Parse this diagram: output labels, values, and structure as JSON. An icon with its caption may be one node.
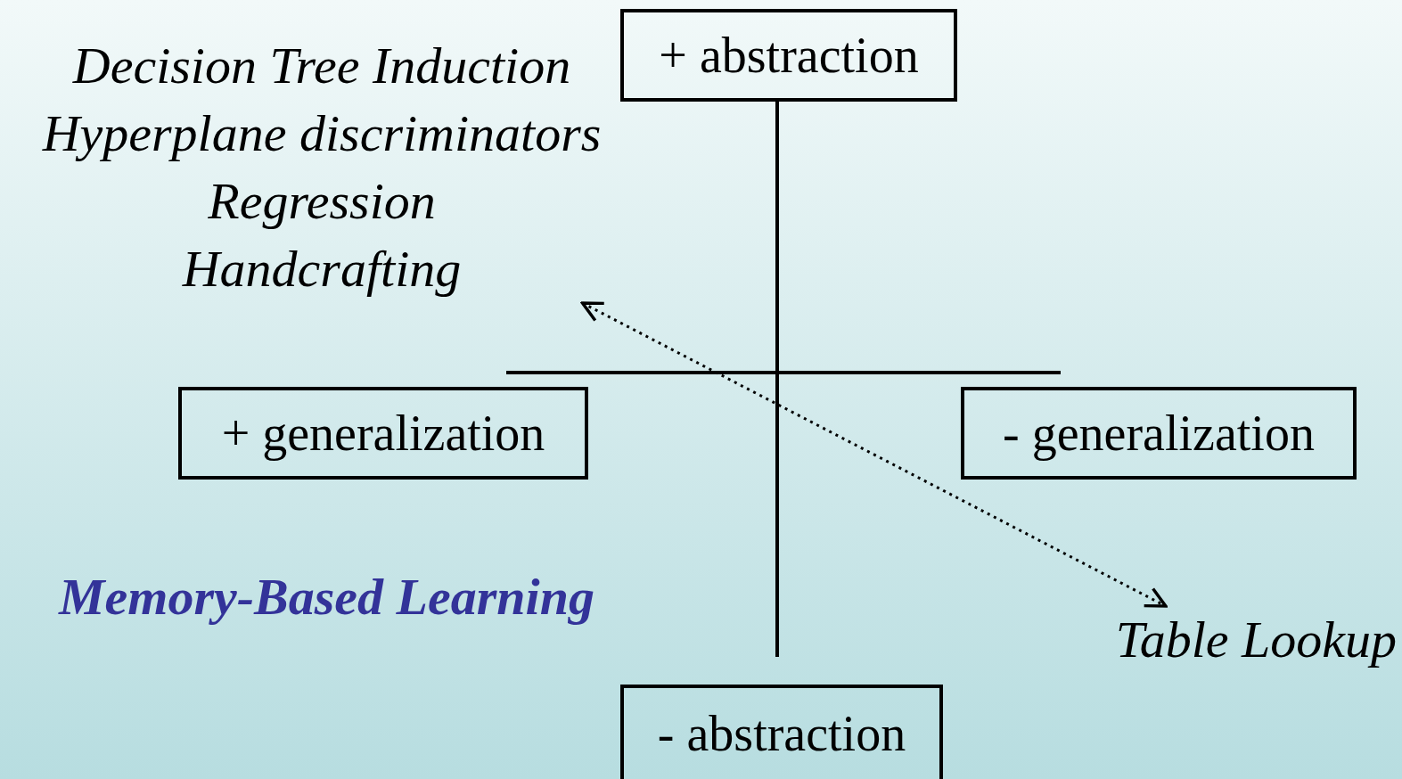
{
  "diagram": {
    "nodes": [
      {
        "text": [
          "+ abstraction"
        ]
      },
      {
        "text": [
          "+ generalization"
        ]
      },
      {
        "text": [
          "- generalization"
        ]
      },
      {
        "text": [
          "- abstraction"
        ]
      },
      {
        "text": [
          "Decision Tree Induction",
          "Hyperplane discriminators",
          "Regression",
          "Handcrafting"
        ]
      },
      {
        "text": [
          "Table Lookup"
        ]
      }
    ],
    "edges": [
      {
        "from": 4,
        "to": 5,
        "arrow": "both",
        "style": "dashed"
      }
    ],
    "labels": [
      "Memory-Based Learning"
    ]
  }
}
